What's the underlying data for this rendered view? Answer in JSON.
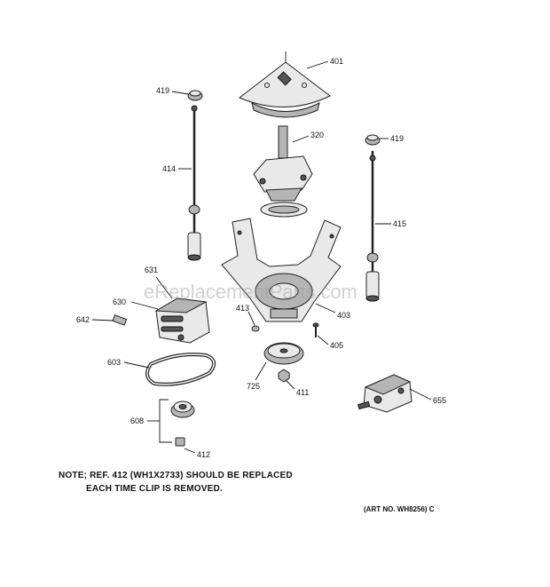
{
  "parts": {
    "p401": "401",
    "p419a": "419",
    "p419b": "419",
    "p320": "320",
    "p414": "414",
    "p415": "415",
    "p631": "631",
    "p630": "630",
    "p642": "642",
    "p413": "413",
    "p403": "403",
    "p405": "405",
    "p603": "603",
    "p725": "725",
    "p411": "411",
    "p655": "655",
    "p608": "608",
    "p412": "412"
  },
  "note": {
    "line1": "NOTE; REF. 412 (WH1X2733) SHOULD BE REPLACED",
    "line2": "EACH TIME CLIP IS REMOVED."
  },
  "art_no": "(ART NO. WH8256) C",
  "watermark": "eReplacementParts.com"
}
